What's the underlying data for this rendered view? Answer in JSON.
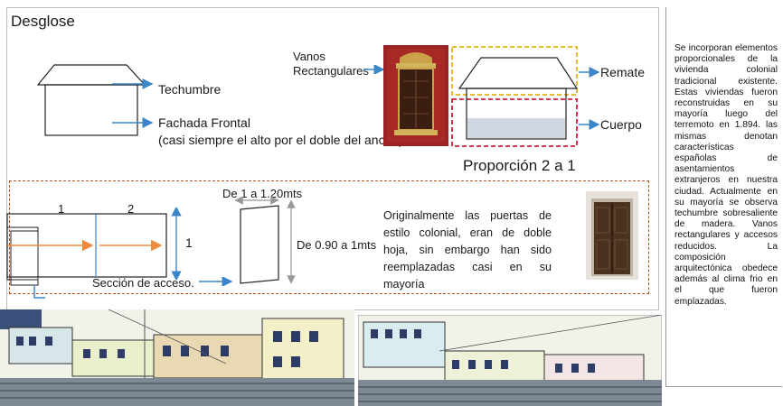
{
  "title": "Desglose",
  "labels": {
    "techumbre": "Techumbre",
    "fachada_line1": "Fachada Frontal",
    "fachada_line2": "(casi siempre el alto por el doble del ancho)",
    "vanos_line1": "Vanos",
    "vanos_line2": "Rectangulares",
    "remate": "Remate",
    "cuerpo": "Cuerpo",
    "proporcion": "Proporción 2 a 1"
  },
  "door_section": {
    "marker_1": "1",
    "marker_2": "2",
    "marker_height": "1",
    "seccion_acceso": "Sección de acceso.",
    "door_width": "De 1 a 1.20mts",
    "door_height": "De 0.90 a 1mts",
    "description": "Originalmente las puertas de estilo colonial, eran de doble hoja, sin embargo han sido reemplazadas casi en su mayoría"
  },
  "sidebar": {
    "text": "Se incorporan elementos proporcionales de la vivienda colonial tradicional existente. Estas viviendas fueron reconstruidas en su mayoría luego del terremoto en 1.894. las mismas denotan características españolas de asentamientos extranjeros en nuestra ciudad. Actualmente en su mayoría se observa techumbre sobresaliente de madera. Vanos rectangulares y accesos reducidos. La composición arquitectónica obedece además al clima frio en el que fueron emplazadas."
  },
  "colors": {
    "arrow_blue": "#3a86c8",
    "remate_box": "#e3b21a",
    "cuerpo_box": "#d21f2b",
    "section_border": "#b8511e",
    "orange_arrow": "#f08a3a",
    "window_red": "#9b2222",
    "door_brown": "#4a3120"
  }
}
